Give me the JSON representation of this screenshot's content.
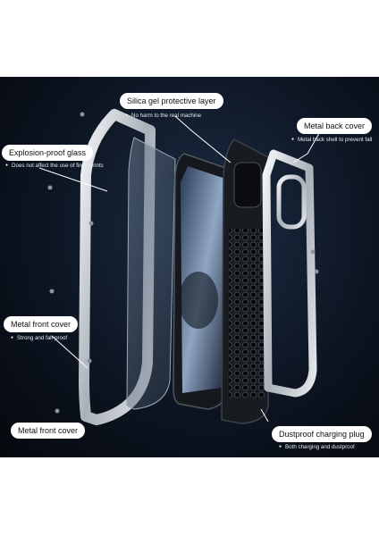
{
  "callouts": {
    "silica_layer": {
      "title": "Silica gel protective layer",
      "note": "No harm to the real machine"
    },
    "metal_back_cover": {
      "title": "Metal back cover",
      "note": "Metal back shell to prevent fall"
    },
    "explosion_glass": {
      "title": "Explosion-proof glass",
      "note": "Does not affect the use of fingerprints"
    },
    "metal_front_cover_mid": {
      "title": "Metal front cover",
      "note": "Strong and fall-proof"
    },
    "metal_front_cover_bottom": {
      "title": "Metal front cover"
    },
    "dustproof_plug": {
      "title": "Dustproof charging plug",
      "note": "Both charging and dustproof"
    }
  },
  "colors": {
    "background": "#0d1522",
    "label_bg": "#ffffff",
    "accent_line": "#ffffff"
  }
}
